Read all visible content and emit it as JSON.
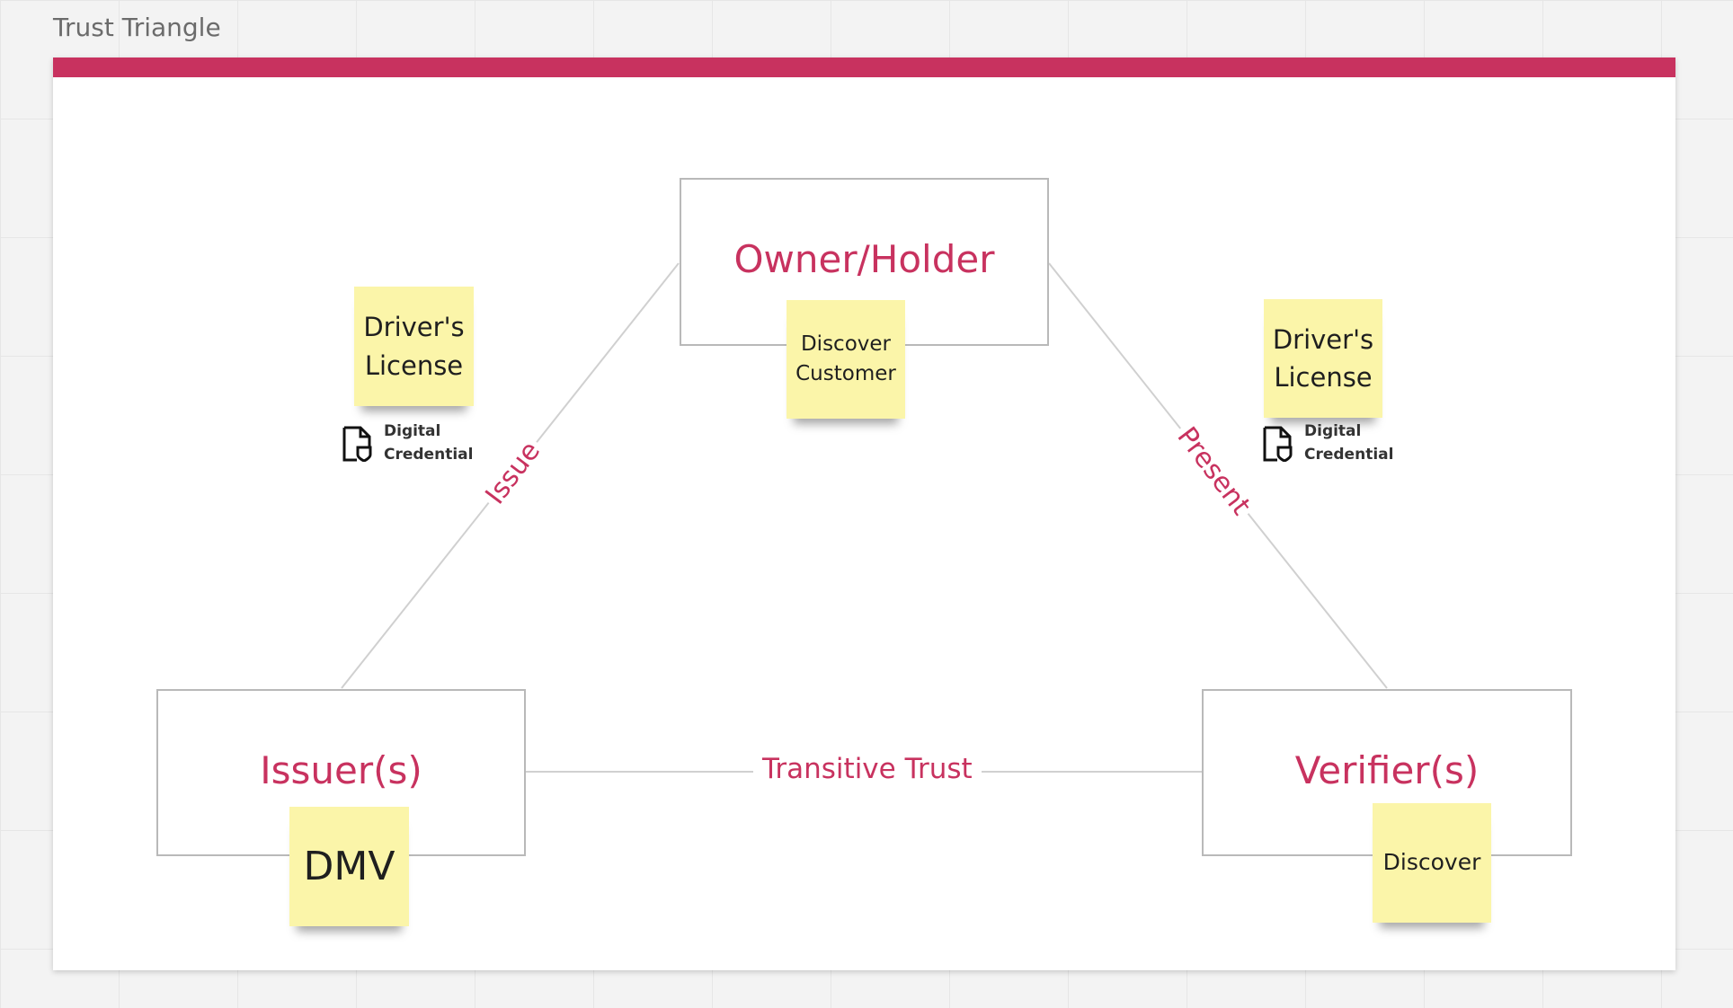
{
  "frame": {
    "title": "Trust Triangle",
    "accent_color": "#c8325f"
  },
  "nodes": {
    "owner": {
      "label": "Owner/Holder",
      "note": "Discover\nCustomer"
    },
    "issuer": {
      "label": "Issuer(s)",
      "note": "DMV"
    },
    "verifier": {
      "label": "Verifier(s)",
      "note": "Discover"
    }
  },
  "edges": {
    "issue": "Issue",
    "present": "Present",
    "transitive": "Transitive Trust"
  },
  "credentials": {
    "left": {
      "note": "Driver's\nLicense",
      "icon": "digital-credential-icon",
      "label": "Digital\nCredential"
    },
    "right": {
      "note": "Driver's\nLicense",
      "icon": "digital-credential-icon",
      "label": "Digital\nCredential"
    }
  },
  "colors": {
    "sticky": "#fbf5a9",
    "node_border": "#b9b9b9",
    "connector": "#d0d0d0"
  }
}
